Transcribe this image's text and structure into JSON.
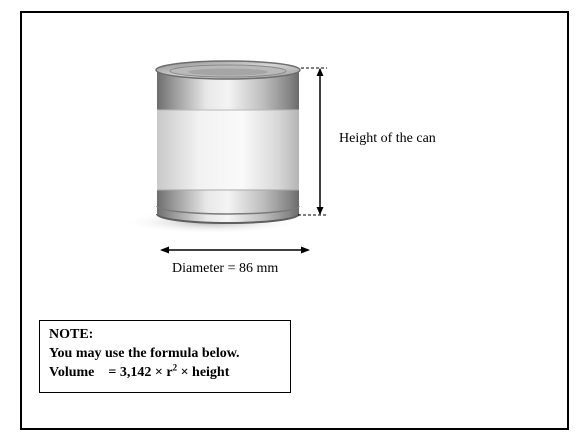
{
  "diagram": {
    "height_label": "Height of the can",
    "diameter_label": "Diameter = 86 mm",
    "note": {
      "title": "NOTE:",
      "line1": "You may use the formula below.",
      "formula_lhs": "Volume",
      "formula_rhs_a": "= 3,142 × r",
      "formula_exp": "2",
      "formula_rhs_b": " × height"
    }
  }
}
